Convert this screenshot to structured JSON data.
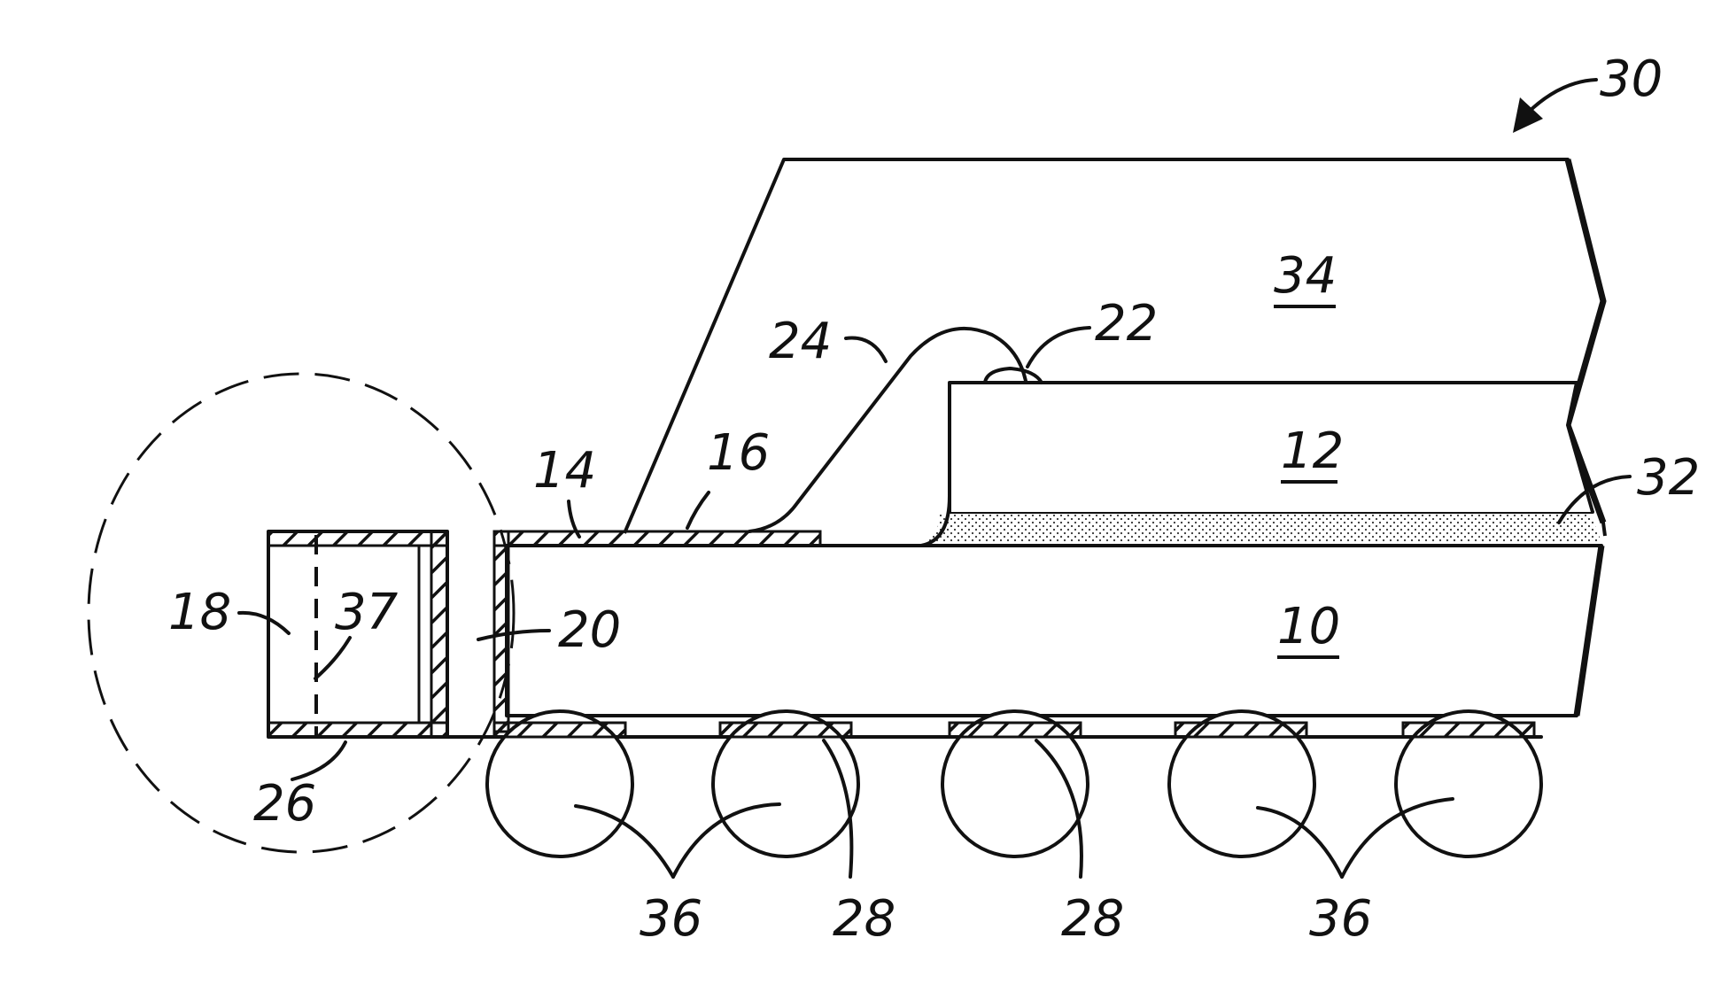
{
  "labels": {
    "l30": "30",
    "l34": "34",
    "l24": "24",
    "l22": "22",
    "l12": "12",
    "l32": "32",
    "l14": "14",
    "l16": "16",
    "l18": "18",
    "l37": "37",
    "l20": "20",
    "l10": "10",
    "l26": "26",
    "l36a": "36",
    "l28a": "28",
    "l28b": "28",
    "l36b": "36"
  }
}
